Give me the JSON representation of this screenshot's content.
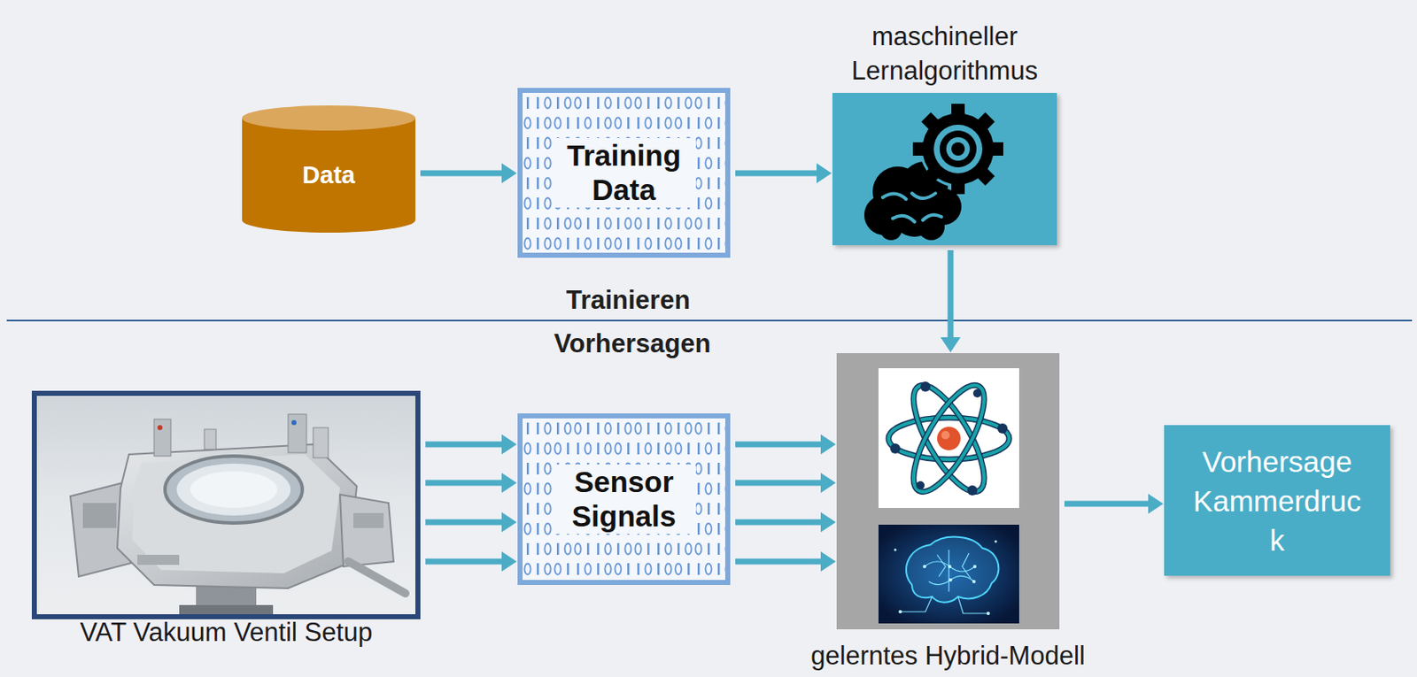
{
  "diagram": {
    "nodes": [
      {
        "text": [
          "Data"
        ]
      },
      {
        "text": [
          "Training Data"
        ]
      },
      {
        "text": [
          "maschineller Lernalgorithmus"
        ]
      },
      {
        "text": [
          "VAT Vakuum Ventil Setup"
        ]
      },
      {
        "text": [
          "Sensor Signals"
        ]
      },
      {
        "text": [
          "gelerntes Hybrid-Modell"
        ]
      },
      {
        "text": [
          "Vorhersage Kammerdruc k"
        ]
      }
    ],
    "edges": [
      {
        "from": 0,
        "to": 1,
        "arrow": "to"
      },
      {
        "from": 1,
        "to": 2,
        "arrow": "to"
      },
      {
        "from": 2,
        "to": 5,
        "arrow": "to"
      },
      {
        "from": 3,
        "to": 4,
        "arrow": "to"
      },
      {
        "from": 3,
        "to": 4,
        "arrow": "to"
      },
      {
        "from": 3,
        "to": 4,
        "arrow": "to"
      },
      {
        "from": 3,
        "to": 4,
        "arrow": "to"
      },
      {
        "from": 4,
        "to": 5,
        "arrow": "to"
      },
      {
        "from": 4,
        "to": 5,
        "arrow": "to"
      },
      {
        "from": 4,
        "to": 5,
        "arrow": "to"
      },
      {
        "from": 4,
        "to": 5,
        "arrow": "to"
      },
      {
        "from": 5,
        "to": 6,
        "arrow": "to"
      }
    ],
    "labels": [
      "Trainieren",
      "Vorhersagen"
    ]
  }
}
